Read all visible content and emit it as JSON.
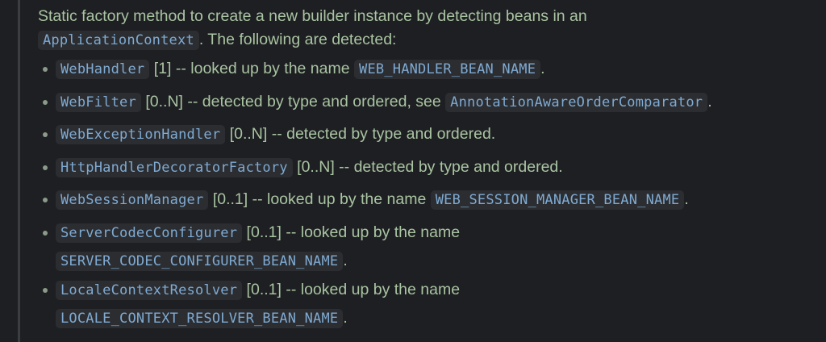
{
  "intro": {
    "text_before": "Static factory method to create a new builder instance by detecting beans in an",
    "code": "ApplicationContext",
    "text_after": ". The following are detected:"
  },
  "items": [
    {
      "code": "WebHandler",
      "text": " [1] -- looked up by the name ",
      "ref": "WEB_HANDLER_BEAN_NAME",
      "suffix": "."
    },
    {
      "code": "WebFilter",
      "text": " [0..N] -- detected by type and ordered, see ",
      "ref": "AnnotationAwareOrderComparator",
      "suffix": "."
    },
    {
      "code": "WebExceptionHandler",
      "text": " [0..N] -- detected by type and ordered."
    },
    {
      "code": "HttpHandlerDecoratorFactory",
      "text": " [0..N] -- detected by type and ordered."
    },
    {
      "code": "WebSessionManager",
      "text": " [0..1] -- looked up by the name ",
      "ref": "WEB_SESSION_MANAGER_BEAN_NAME",
      "suffix": "."
    },
    {
      "code": "ServerCodecConfigurer",
      "text": " [0..1] -- looked up by the name",
      "ref": "SERVER_CODEC_CONFIGURER_BEAN_NAME",
      "suffix": "."
    },
    {
      "code": "LocaleContextResolver",
      "text": " [0..1] -- looked up by the name",
      "ref": "LOCALE_CONTEXT_RESOLVER_BEAN_NAME",
      "suffix": "."
    }
  ],
  "colors": {
    "background": "#1e1f22",
    "text": "#a9c4a2",
    "code_text": "#7faad2",
    "code_background": "#2b2d31",
    "left_rule": "#3a3d41"
  }
}
